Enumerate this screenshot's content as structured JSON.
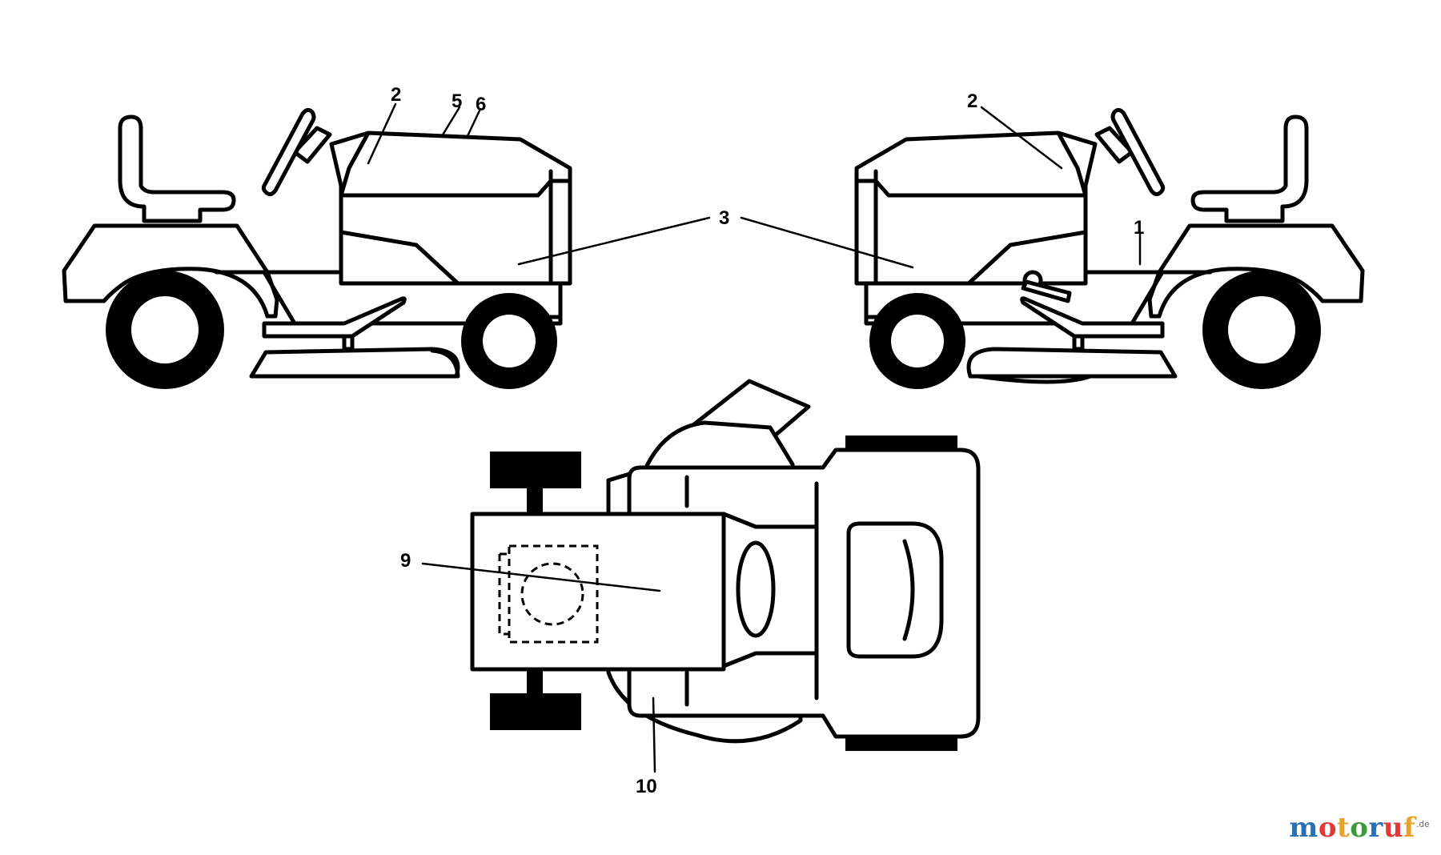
{
  "callouts": {
    "left_2": "2",
    "left_5": "5",
    "left_6": "6",
    "center_3": "3",
    "right_2": "2",
    "right_1": "1",
    "top_9": "9",
    "top_10": "10"
  },
  "watermark": {
    "letters": [
      "m",
      "o",
      "t",
      "o",
      "r",
      "u",
      "f"
    ],
    "colors": [
      "#2b6fb6",
      "#e23a3a",
      "#e8a12c",
      "#3b9b3b",
      "#2b6fb6",
      "#e23a3a",
      "#e8a12c"
    ],
    "suffix": ".de"
  },
  "icons": {
    "left_tractor": "riding-mower-side-view-icon",
    "right_tractor": "riding-mower-side-view-icon",
    "top_tractor": "riding-mower-top-view-icon"
  }
}
